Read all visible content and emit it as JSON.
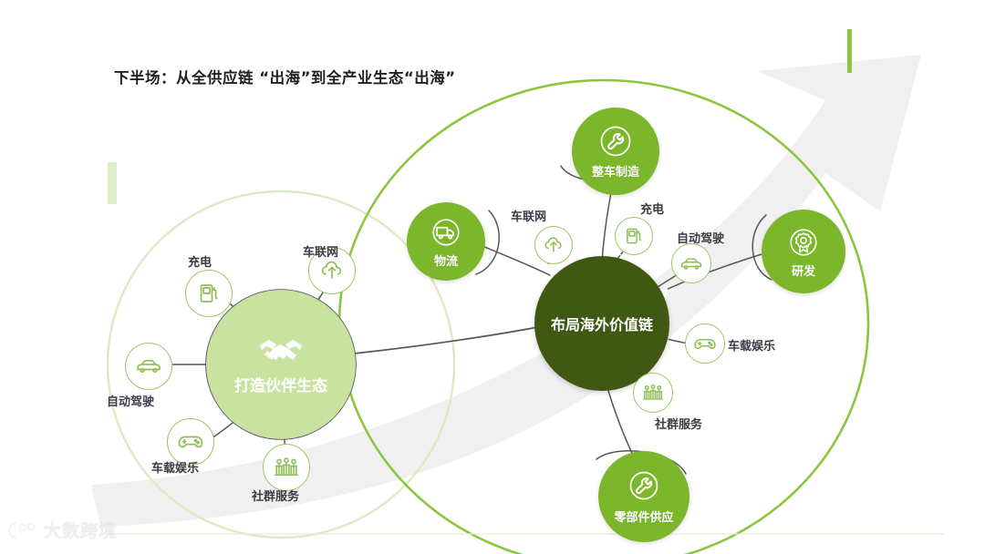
{
  "slide": {
    "title": "下半场：从全供应链 “出海”到全产业生态“出海”",
    "background_color": "#ffffff"
  },
  "colors": {
    "brand_green": "#7CB72B",
    "dark_green": "#3F5913",
    "pale_green": "#C8E3A0",
    "outline_green": "#9CC762",
    "arc_green": "#8CC63F",
    "gray_arrow": "#EFEFEF",
    "connector_gray": "#55555f",
    "label_text": "#3b3b46",
    "title_text": "#221f1f"
  },
  "left_cluster": {
    "center": {
      "label": "打造伙伴生态",
      "icon": "handshake-icon"
    },
    "satellites": [
      {
        "label": "充电",
        "icon": "fuel-pump-icon"
      },
      {
        "label": "车联网",
        "icon": "cloud-upload-icon"
      },
      {
        "label": "自动驾驶",
        "icon": "car-icon"
      },
      {
        "label": "车载娱乐",
        "icon": "gamepad-icon"
      },
      {
        "label": "社群服务",
        "icon": "people-group-icon"
      }
    ]
  },
  "right_cluster": {
    "center": {
      "label": "布局海外价值链"
    },
    "satellites": [
      {
        "label": "车联网",
        "icon": "cloud-upload-icon"
      },
      {
        "label": "充电",
        "icon": "fuel-pump-icon"
      },
      {
        "label": "自动驾驶",
        "icon": "car-icon"
      },
      {
        "label": "车载娱乐",
        "icon": "gamepad-icon"
      },
      {
        "label": "社群服务",
        "icon": "people-group-icon"
      }
    ],
    "major_nodes": [
      {
        "label": "整车制造",
        "icon": "wrench-icon"
      },
      {
        "label": "物流",
        "icon": "truck-icon"
      },
      {
        "label": "研发",
        "icon": "medal-icon"
      },
      {
        "label": "零部件供应",
        "icon": "wrench-icon"
      }
    ]
  },
  "watermark": {
    "text": "大数跨境",
    "icon": "logo-icon"
  }
}
